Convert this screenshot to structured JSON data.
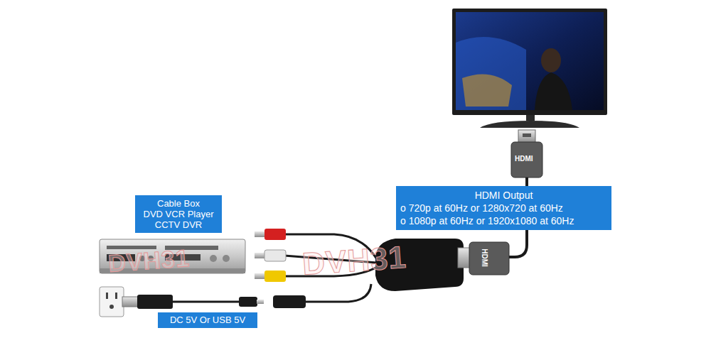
{
  "diagram": {
    "nodes": [
      {
        "text": [
          "Cable Box",
          "DVD VCR Player",
          "CCTV DVR"
        ]
      },
      {
        "text": [
          "HDMI Output",
          "o 720p at 60Hz or 1280x720 at 60Hz",
          "o 1080p at 60Hz or 1920x1080 at 60Hz"
        ]
      },
      {
        "text": [
          "DC 5V Or USB 5V"
        ]
      }
    ],
    "labels": [
      "HDMI",
      "HDMI",
      "DVH31",
      "DVH31"
    ]
  }
}
